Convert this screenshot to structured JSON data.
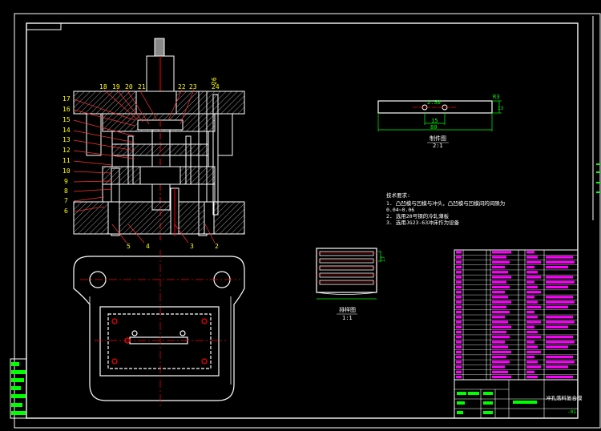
{
  "callouts_left": [
    "17",
    "16",
    "15",
    "14",
    "13",
    "12",
    "11",
    "10",
    "9",
    "8",
    "7",
    "6"
  ],
  "callouts_top": [
    "18",
    "19",
    "20",
    "21",
    "22",
    "23",
    "26",
    "24"
  ],
  "callouts_bottom": [
    "5",
    "4",
    "3",
    "2"
  ],
  "part_view": {
    "dims": [
      "2.50",
      "15",
      "80",
      "R3",
      "13"
    ],
    "caption": "制件图",
    "scale": "2:1"
  },
  "layout_view": {
    "caption": "排样图",
    "scale": "1:1",
    "side_dim": "17"
  },
  "notes": {
    "title": "技术要求:",
    "lines": [
      "1. 凸凹模与凹模与冲头，凸凹模与凹模间的间隙为",
      "   0.04~0.06",
      "2. 选用20号钢的冷轧薄板",
      "3. 选用JG23-63冲床作为设备"
    ]
  },
  "title_block": {
    "name": "冲孔落料复合模",
    "drawing_no": "-01"
  },
  "colors": {
    "frame": "#ffffff",
    "part": "#ffffff",
    "dim": "#00ff00",
    "center": "#ff0000",
    "table_text": "#ff00ff",
    "hatch": "#ffffff",
    "callout": "#ff3333",
    "callout_text": "#ffff00"
  }
}
